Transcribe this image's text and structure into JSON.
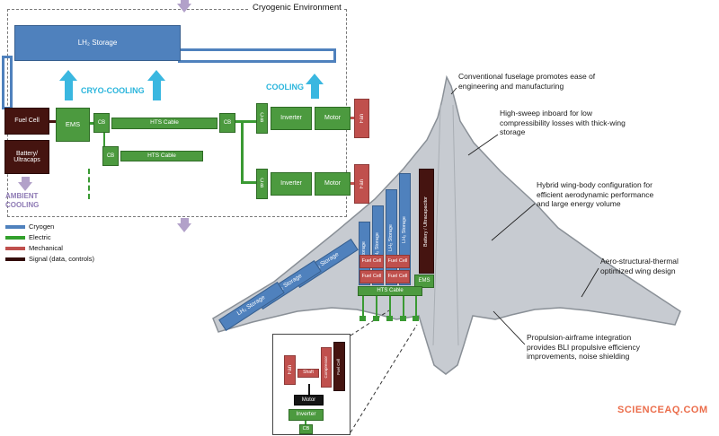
{
  "schematic": {
    "title": "Cryogenic Environment",
    "labels": {
      "lh2_storage": "LH₂ Storage",
      "h2_storage": "H₂ Storage",
      "cryo_cooling": "CRYO-COOLING",
      "cooling": "COOLING",
      "fuel_cell": "Fuel Cell",
      "ems": "EMS",
      "cb": "CB",
      "cb_vertical": "C\nB",
      "hts_cable": "HTS Cable",
      "inverter": "Inverter",
      "motor": "Motor",
      "fan": "Fan",
      "battery": "Battery/ Ultracaps",
      "ambient_cooling": "AMBIENT COOLING"
    }
  },
  "legend": {
    "items": [
      {
        "label": "Cryogen",
        "color": "#4f81bd"
      },
      {
        "label": "Electric",
        "color": "#33a02c"
      },
      {
        "label": "Mechanical",
        "color": "#c0504d"
      },
      {
        "label": "Signal (data, controls)",
        "color": "#330d0b"
      }
    ]
  },
  "aircraft": {
    "battery_label": "Battery / Ultracapacitor",
    "hts_cable": "HTS Cable",
    "annotations": [
      "Conventional fuselage promotes ease of engineering and manufacturing",
      "High-sweep inboard for low compressibility losses with thick-wing storage",
      "Hybrid wing-body configuration for efficient aerodynamic performance and large energy volume",
      "Aero-structural-thermal optimized wing design",
      "Propulsion-airframe integration provides BLI propulsive efficiency improvements, noise shielding"
    ]
  },
  "inset": {
    "fan": "Fan",
    "shaft": "Shaft",
    "compressor": "Compressor",
    "fuel_cell": "Fuel Cell",
    "motor": "Motor",
    "inverter": "Inverter",
    "cb": "CB"
  },
  "colors": {
    "cryogen": "#4f81bd",
    "electric": "#33a02c",
    "mechanical": "#c0504d",
    "signal": "#330d0b",
    "cooling_text": "#2ab5dc",
    "ambient_purple": "#b2a1c9",
    "aircraft_fill": "#c7cbd1"
  },
  "watermark": "SCIENCEAQ.COM"
}
